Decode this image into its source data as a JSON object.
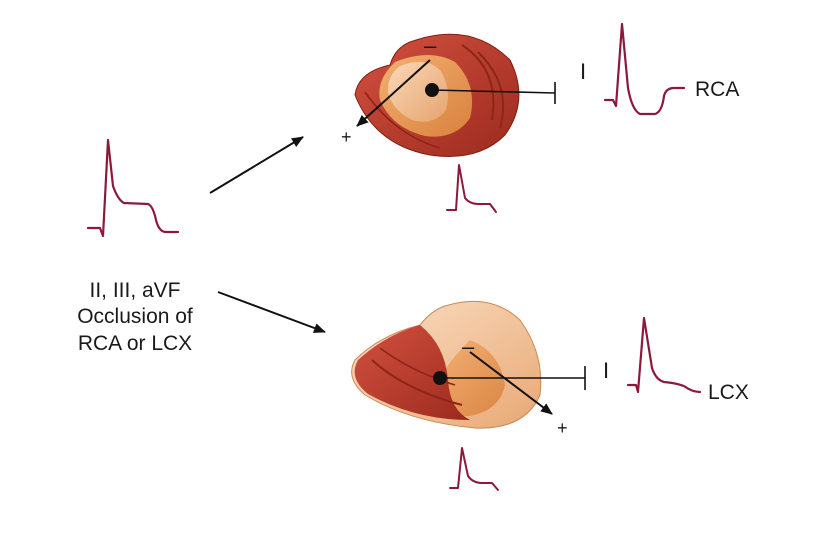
{
  "colors": {
    "ecg_trace": "#8b1a3a",
    "arrow": "#111111",
    "text": "#1a1a1a",
    "heart_red": "#b8362a",
    "heart_dark": "#8e2519",
    "heart_orange": "#e08a4a",
    "heart_tan": "#f2c59a"
  },
  "left_panel": {
    "caption_lines": [
      "II, III, aVF",
      "Occlusion of",
      "RCA or LCX"
    ]
  },
  "top_case": {
    "negative_sign": "–",
    "positive_sign": "+",
    "lead_label": "I",
    "artery_label": "RCA"
  },
  "bottom_case": {
    "negative_sign": "–",
    "positive_sign": "+",
    "lead_label": "I",
    "artery_label": "LCX"
  }
}
